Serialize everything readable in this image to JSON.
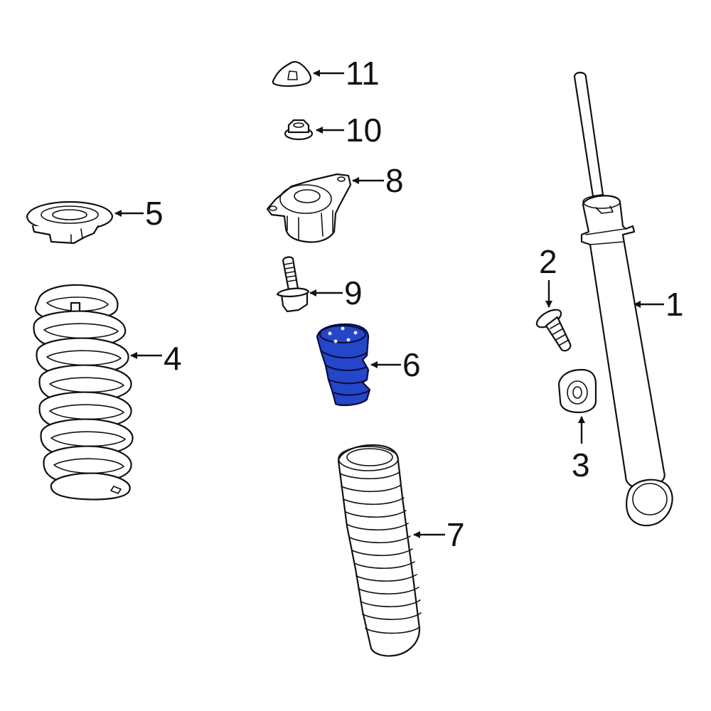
{
  "callouts": [
    {
      "id": "1",
      "label": "1"
    },
    {
      "id": "2",
      "label": "2"
    },
    {
      "id": "3",
      "label": "3"
    },
    {
      "id": "4",
      "label": "4"
    },
    {
      "id": "5",
      "label": "5"
    },
    {
      "id": "6",
      "label": "6"
    },
    {
      "id": "7",
      "label": "7"
    },
    {
      "id": "8",
      "label": "8"
    },
    {
      "id": "9",
      "label": "9"
    },
    {
      "id": "10",
      "label": "10"
    },
    {
      "id": "11",
      "label": "11"
    }
  ],
  "colors": {
    "line": "#111111",
    "highlight_fill": "#2446c8",
    "highlight_stroke": "#0a0a3a",
    "background": "#ffffff"
  },
  "highlighted_part": "6"
}
